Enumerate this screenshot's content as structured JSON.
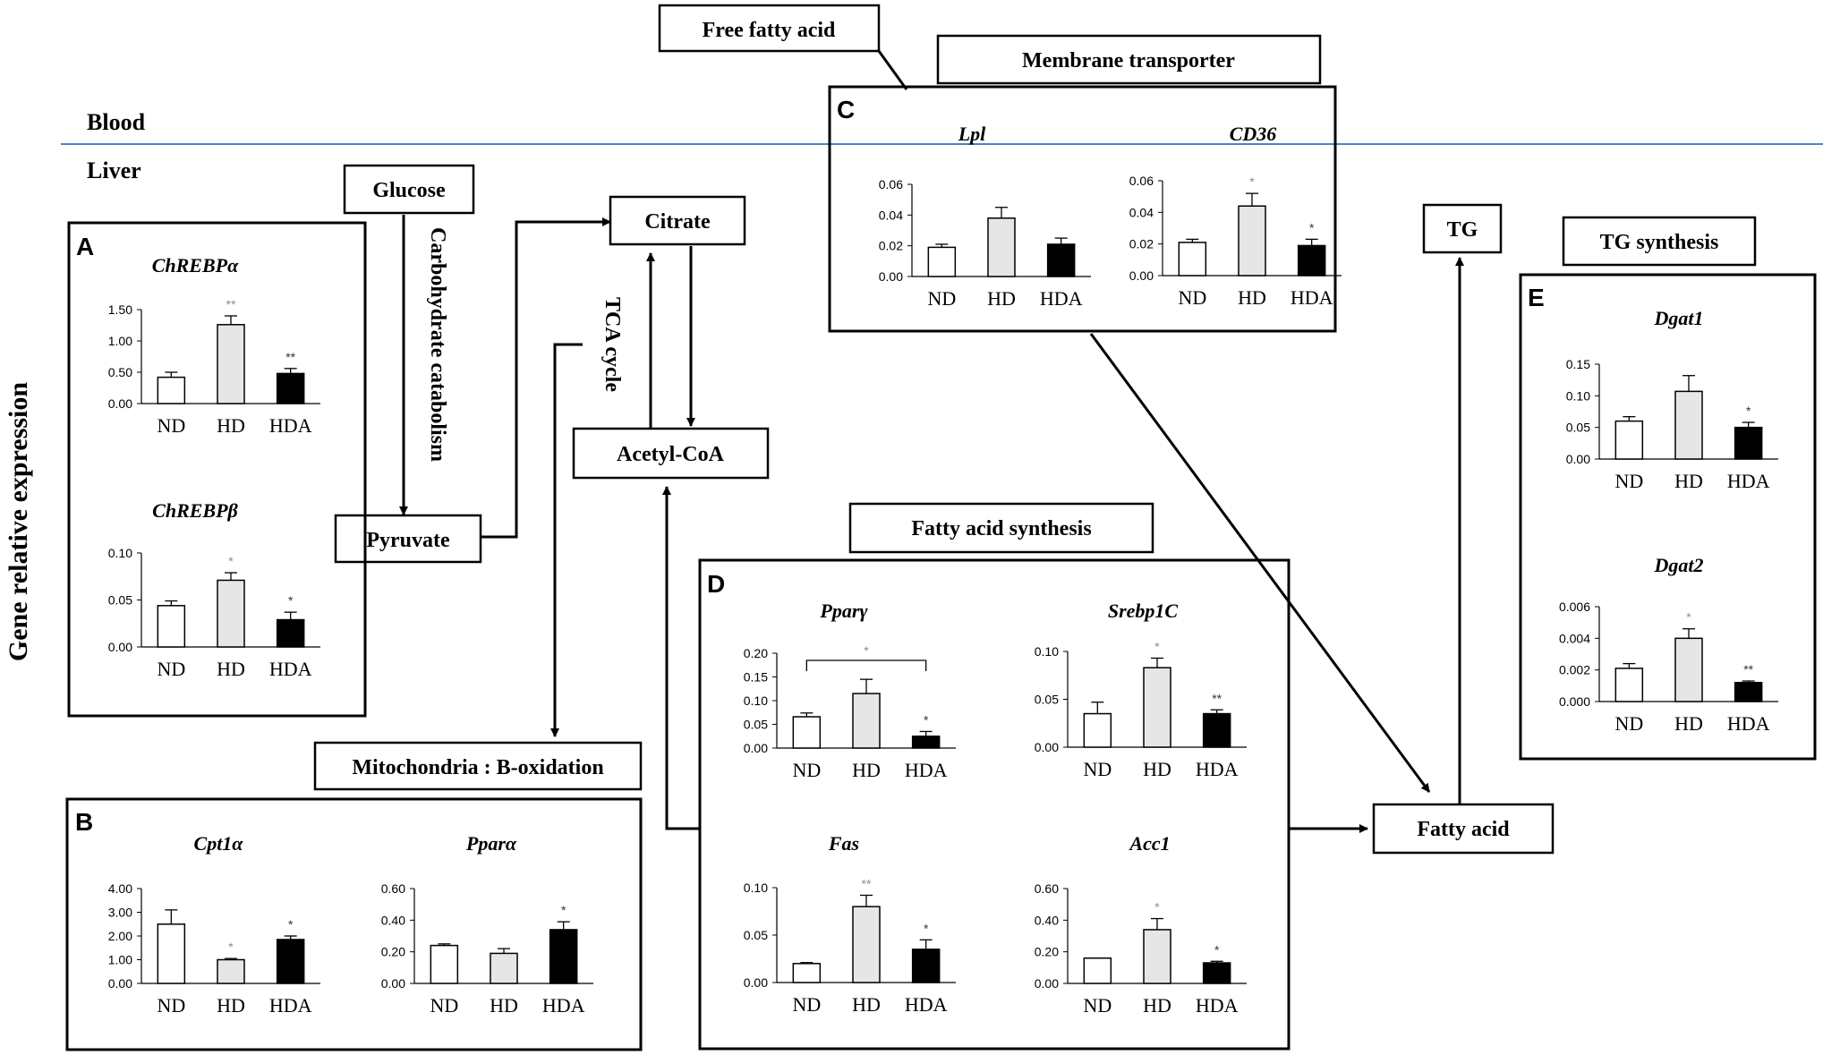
{
  "figure": {
    "ylabel": "Gene relative expression",
    "compartments": {
      "blood": "Blood",
      "liver": "Liver"
    },
    "colors": {
      "divider": "#4a86c8",
      "nd": "#ffffff",
      "hd": "#e6e6e6",
      "hda": "#000000",
      "stroke": "#000000",
      "sig_hd": "#8c8c8c",
      "sig_hda": "#333333"
    }
  },
  "pathway": {
    "free_fatty_acid": "Free fatty acid",
    "membrane_transporter": "Membrane transporter",
    "glucose": "Glucose",
    "citrate": "Citrate",
    "tca_cycle": "TCA cycle",
    "carb_catabolism": "Carbohydrate catabolism",
    "acetyl_coa": "Acetyl-CoA",
    "pyruvate": "Pyruvate",
    "mito": "Mitochondria : B-oxidation",
    "fa_synthesis": "Fatty acid synthesis",
    "fatty_acid": "Fatty acid",
    "tg": "TG",
    "tg_synthesis": "TG synthesis"
  },
  "panels": [
    {
      "letter": "A"
    },
    {
      "letter": "B"
    },
    {
      "letter": "C"
    },
    {
      "letter": "D"
    },
    {
      "letter": "E"
    }
  ],
  "chart_data": [
    {
      "type": "bar",
      "panel": "A",
      "title": "ChREBPα",
      "categories": [
        "ND",
        "HD",
        "HDA"
      ],
      "values": [
        0.42,
        1.26,
        0.48
      ],
      "errors": [
        0.08,
        0.14,
        0.08
      ],
      "significance": [
        "",
        "**",
        "**"
      ],
      "yticks": [
        "0.00",
        "0.50",
        "1.00",
        "1.50"
      ],
      "ylim": [
        0,
        1.5
      ]
    },
    {
      "type": "bar",
      "panel": "A",
      "title": "ChREBPβ",
      "categories": [
        "ND",
        "HD",
        "HDA"
      ],
      "values": [
        0.044,
        0.071,
        0.029
      ],
      "errors": [
        0.005,
        0.008,
        0.008
      ],
      "significance": [
        "",
        "*",
        "*"
      ],
      "yticks": [
        "0.00",
        "0.05",
        "0.10"
      ],
      "ylim": [
        0,
        0.1
      ]
    },
    {
      "type": "bar",
      "panel": "B",
      "title": "Cpt1α",
      "categories": [
        "ND",
        "HD",
        "HDA"
      ],
      "values": [
        2.5,
        1.0,
        1.85
      ],
      "errors": [
        0.6,
        0.05,
        0.15
      ],
      "significance": [
        "",
        "*",
        "*"
      ],
      "yticks": [
        "0.00",
        "1.00",
        "2.00",
        "3.00",
        "4.00"
      ],
      "ylim": [
        0,
        4
      ]
    },
    {
      "type": "bar",
      "panel": "B",
      "title": "Pparα",
      "categories": [
        "ND",
        "HD",
        "HDA"
      ],
      "values": [
        0.24,
        0.19,
        0.34
      ],
      "errors": [
        0.01,
        0.03,
        0.05
      ],
      "significance": [
        "",
        "",
        "*"
      ],
      "yticks": [
        "0.00",
        "0.20",
        "0.40",
        "0.60"
      ],
      "ylim": [
        0,
        0.6
      ]
    },
    {
      "type": "bar",
      "panel": "C",
      "title": "Lpl",
      "categories": [
        "ND",
        "HD",
        "HDA"
      ],
      "values": [
        0.019,
        0.038,
        0.021
      ],
      "errors": [
        0.002,
        0.007,
        0.004
      ],
      "significance": [
        "",
        "",
        ""
      ],
      "yticks": [
        "0.00",
        "0.02",
        "0.04",
        "0.06"
      ],
      "ylim": [
        0,
        0.06
      ]
    },
    {
      "type": "bar",
      "panel": "C",
      "title": "CD36",
      "categories": [
        "ND",
        "HD",
        "HDA"
      ],
      "values": [
        0.021,
        0.044,
        0.019
      ],
      "errors": [
        0.002,
        0.008,
        0.004
      ],
      "significance": [
        "",
        "*",
        "*"
      ],
      "yticks": [
        "0.00",
        "0.02",
        "0.04",
        "0.06"
      ],
      "ylim": [
        0,
        0.06
      ]
    },
    {
      "type": "bar",
      "panel": "D",
      "title": "Pparγ",
      "categories": [
        "ND",
        "HD",
        "HDA"
      ],
      "values": [
        0.066,
        0.115,
        0.025
      ],
      "errors": [
        0.008,
        0.03,
        0.01
      ],
      "significance": [
        "",
        "",
        "*"
      ],
      "bracket": {
        "from": 0,
        "to": 2,
        "label": "*"
      },
      "yticks": [
        "0.00",
        "0.05",
        "0.10",
        "0.15",
        "0.20"
      ],
      "ylim": [
        0,
        0.2
      ]
    },
    {
      "type": "bar",
      "panel": "D",
      "title": "Srebp1C",
      "categories": [
        "ND",
        "HD",
        "HDA"
      ],
      "values": [
        0.035,
        0.083,
        0.035
      ],
      "errors": [
        0.012,
        0.01,
        0.004
      ],
      "significance": [
        "",
        "*",
        "**"
      ],
      "yticks": [
        "0.00",
        "0.05",
        "0.10"
      ],
      "ylim": [
        0,
        0.1
      ]
    },
    {
      "type": "bar",
      "panel": "D",
      "title": "Fas",
      "categories": [
        "ND",
        "HD",
        "HDA"
      ],
      "values": [
        0.02,
        0.08,
        0.035
      ],
      "errors": [
        0.001,
        0.012,
        0.01
      ],
      "significance": [
        "",
        "**",
        "*"
      ],
      "yticks": [
        "0.00",
        "0.05",
        "0.10"
      ],
      "ylim": [
        0,
        0.1
      ]
    },
    {
      "type": "bar",
      "panel": "D",
      "title": "Acc1",
      "categories": [
        "ND",
        "HD",
        "HDA"
      ],
      "values": [
        0.16,
        0.34,
        0.13
      ],
      "errors": [
        0.0,
        0.07,
        0.01
      ],
      "significance": [
        "",
        "*",
        "*"
      ],
      "yticks": [
        "0.00",
        "0.20",
        "0.40",
        "0.60"
      ],
      "ylim": [
        0,
        0.6
      ]
    },
    {
      "type": "bar",
      "panel": "E",
      "title": "Dgat1",
      "categories": [
        "ND",
        "HD",
        "HDA"
      ],
      "values": [
        0.06,
        0.107,
        0.05
      ],
      "errors": [
        0.007,
        0.025,
        0.008
      ],
      "significance": [
        "",
        "",
        "*"
      ],
      "yticks": [
        "0.00",
        "0.05",
        "0.10",
        "0.15"
      ],
      "ylim": [
        0,
        0.15
      ]
    },
    {
      "type": "bar",
      "panel": "E",
      "title": "Dgat2",
      "categories": [
        "ND",
        "HD",
        "HDA"
      ],
      "values": [
        0.0021,
        0.004,
        0.0012
      ],
      "errors": [
        0.0003,
        0.0006,
        0.0001
      ],
      "significance": [
        "",
        "*",
        "**"
      ],
      "yticks": [
        "0.000",
        "0.002",
        "0.004",
        "0.006"
      ],
      "ylim": [
        0,
        0.006
      ]
    }
  ]
}
